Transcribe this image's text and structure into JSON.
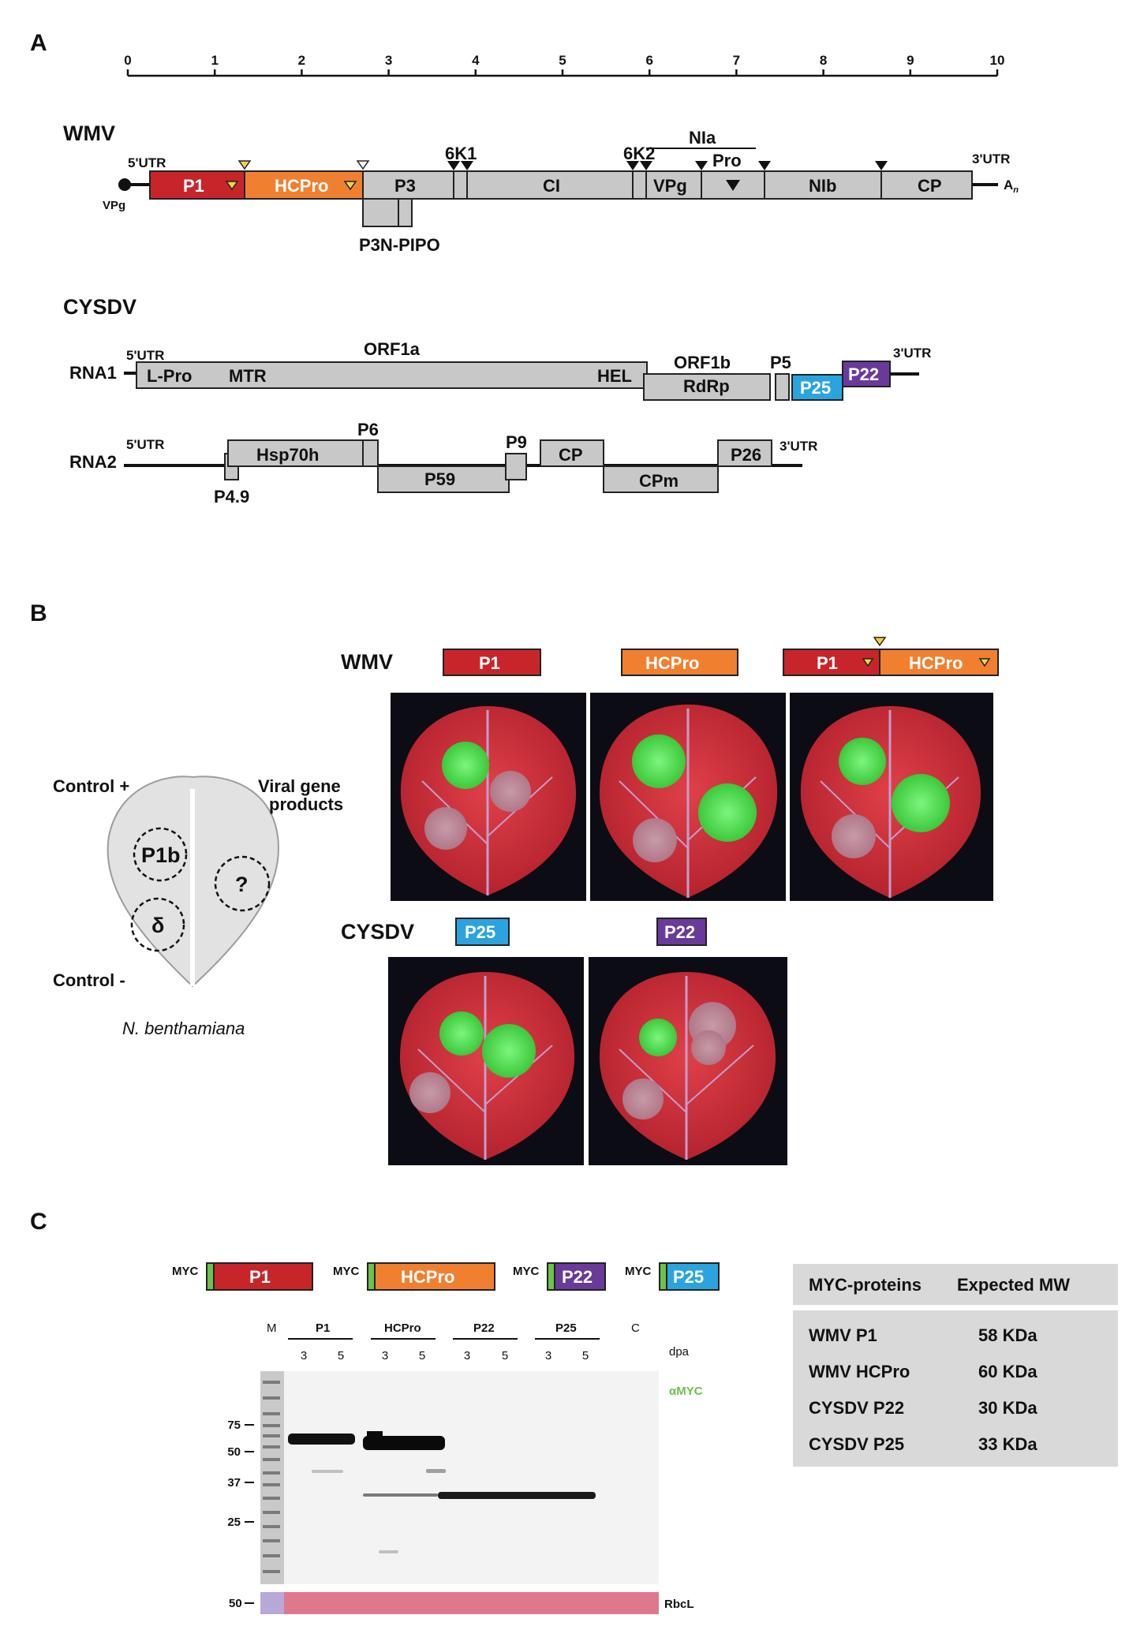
{
  "panels": {
    "a": "A",
    "b": "B",
    "c": "C"
  },
  "scale_ticks": [
    "0",
    "1",
    "2",
    "3",
    "4",
    "5",
    "6",
    "7",
    "8",
    "9",
    "10"
  ],
  "wmv": {
    "name": "WMV",
    "utr5": "5'UTR",
    "utr3": "3'UTR",
    "vpg_end": "VPg",
    "polya_base": "A",
    "polya_sub": "n",
    "genes": {
      "p1": "P1",
      "hcpro": "HCPro",
      "p3": "P3",
      "ci": "CI",
      "vpg": "VPg",
      "pro": "Pro",
      "nib": "NIb",
      "cp": "CP",
      "p3n_pipo": "P3N-PIPO",
      "k1": "6K1",
      "k2": "6K2",
      "nia": "NIa"
    }
  },
  "cysdv": {
    "name": "CYSDV",
    "rna1": {
      "label": "RNA1",
      "utr5": "5'UTR",
      "utr3": "3'UTR",
      "orf1a": "ORF1a",
      "lpro": "L-Pro",
      "mtr": "MTR",
      "hel": "HEL",
      "orf1b": "ORF1b",
      "rdrp": "RdRp",
      "p5": "P5",
      "p25": "P25",
      "p22": "P22"
    },
    "rna2": {
      "label": "RNA2",
      "utr5": "5'UTR",
      "utr3": "3'UTR",
      "p49": "P4.9",
      "hsp70h": "Hsp70h",
      "p6": "P6",
      "p59": "P59",
      "p9": "P9",
      "cp": "CP",
      "cpm": "CPm",
      "p26": "P26"
    }
  },
  "panel_b": {
    "leaf": {
      "control_plus": "Control +",
      "viral_line1": "Viral gene",
      "viral_line2": "products",
      "p1b": "P1b",
      "question": "?",
      "delta": "δ",
      "control_minus": "Control -",
      "species": "N. benthamiana"
    },
    "wmv_label": "WMV",
    "cysdv_label": "CYSDV",
    "constructs": {
      "p1": "P1",
      "hcpro": "HCPro",
      "fusion_p1": "P1",
      "fusion_hcpro": "HCPro",
      "p25": "P25",
      "p22": "P22"
    }
  },
  "panel_c": {
    "myc": "MYC",
    "constructs": {
      "p1": "P1",
      "hcpro": "HCPro",
      "p22": "P22",
      "p25": "P25"
    },
    "blot": {
      "marker": "M",
      "groups": [
        "P1",
        "HCPro",
        "P22",
        "P25"
      ],
      "control": "C",
      "dpa_values": [
        "3",
        "5"
      ],
      "dpa_label": "dpa",
      "antibody": "αMYC",
      "mw_markers": [
        "75",
        "50",
        "37",
        "25"
      ],
      "rbcl_marker": "50",
      "rbcl_label": "RbcL"
    },
    "table": {
      "headers": [
        "MYC-proteins",
        "Expected MW"
      ],
      "rows": [
        [
          "WMV P1",
          "58 KDa"
        ],
        [
          "WMV HCPro",
          "60 KDa"
        ],
        [
          "CYSDV P22",
          "30 KDa"
        ],
        [
          "CYSDV P25",
          "33 KDa"
        ]
      ]
    }
  },
  "colors": {
    "p1": "#c8252b",
    "hcpro": "#f08030",
    "p22": "#6a3a9a",
    "p25": "#2aa4de",
    "gray_gene": "#c8c8c8",
    "myc_tag": "#6cc24a",
    "leaf_red": "#d9363e",
    "gfp": "#5ce65c"
  }
}
